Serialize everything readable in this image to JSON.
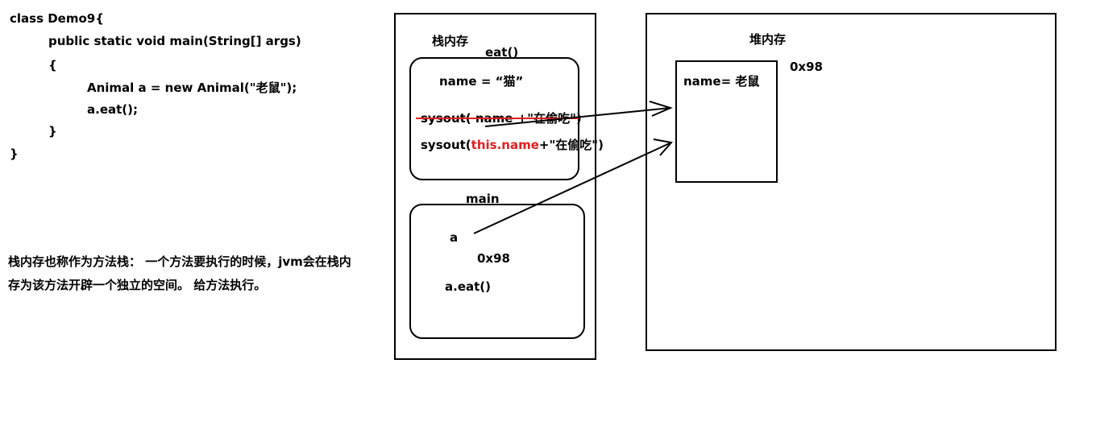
{
  "code": {
    "lines": [
      "class Demo9{",
      "public static void main(String[] args)",
      "{",
      "Animal a = new Animal(\"老鼠\");",
      "a.eat();",
      "}",
      "}"
    ]
  },
  "note": {
    "line1": "栈内存也称作为方法栈：  一个方法要执行的时候，jvm会在栈内",
    "line2": "存为该方法开辟一个独立的空间。 给方法执行。"
  },
  "stack": {
    "title": "栈内存",
    "eat_frame": {
      "label": "eat()",
      "name_line": "name =  “猫”",
      "struck_line": "sysout( name +\"在偷吃\")",
      "sysout_prefix": "sysout(",
      "this_name": "this.name",
      "sysout_suffix": "+\"在偷吃\")"
    },
    "main_frame": {
      "label": "main",
      "var": "a",
      "addr": "0x98",
      "call": "a.eat()"
    }
  },
  "heap": {
    "title": "堆内存",
    "object": {
      "addr": "0x98",
      "field": "name= 老鼠"
    }
  },
  "colors": {
    "line": "#000000",
    "highlight": "#e02020"
  }
}
